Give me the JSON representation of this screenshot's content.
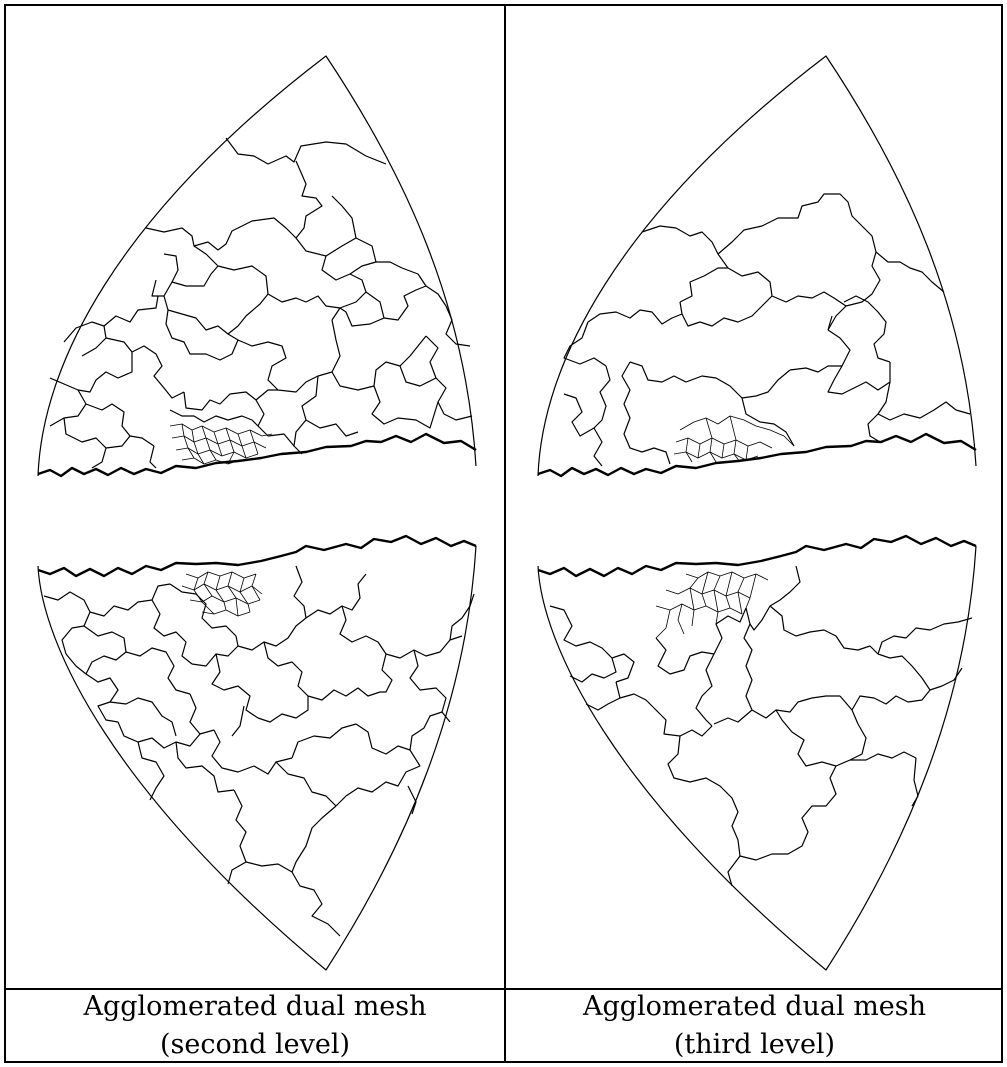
{
  "panels": [
    {
      "id": "second",
      "caption_line1": "Agglomerated dual mesh",
      "caption_line2": "(second level)"
    },
    {
      "id": "third",
      "caption_line1": "Agglomerated dual mesh",
      "caption_line2": "(third level)"
    }
  ]
}
